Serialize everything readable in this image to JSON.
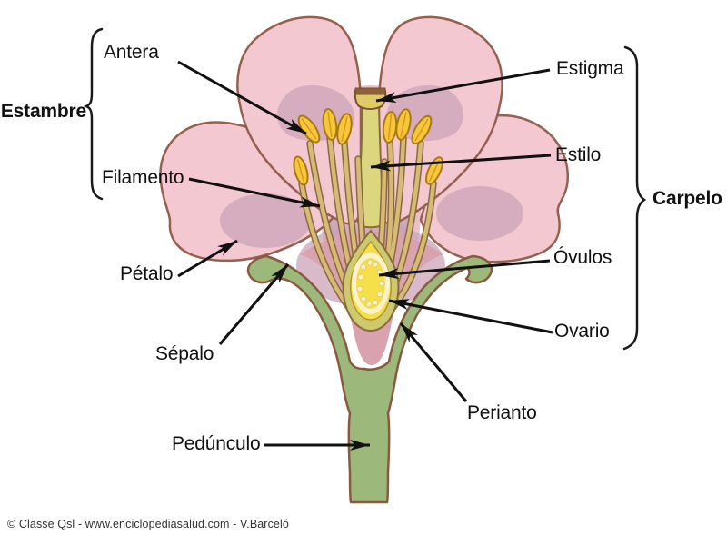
{
  "diagram": {
    "subject": "flower-anatomy-cross-section",
    "language": "es",
    "labels": {
      "antera": "Antera",
      "filamento": "Filamento",
      "petalo": "Pétalo",
      "sepalo": "Sépalo",
      "pedunculo": "Pedúnculo",
      "estigma": "Estigma",
      "estilo": "Estilo",
      "ovulos": "Óvulos",
      "ovario": "Ovario",
      "perianto": "Perianto"
    },
    "groups": {
      "estambre": {
        "label": "Estambre",
        "members": [
          "Antera",
          "Filamento"
        ]
      },
      "carpelo": {
        "label": "Carpelo",
        "members": [
          "Estigma",
          "Estilo",
          "Óvulos",
          "Ovario"
        ]
      }
    },
    "colors": {
      "petal": "#f3c8d0",
      "petal_shadow": "#cba4b9",
      "petal_outline": "#96604f",
      "back_petal": "#eac1cb",
      "sepal_green": "#9cb87b",
      "green_outline": "#8a5a3e",
      "style_yellow": "#dcd77e",
      "ovary_wall": "#cdc96d",
      "ovary_inner": "#f6e049",
      "ovule_cream": "#f9f2cc",
      "anther": "#f6c63c",
      "filament": "#d7ba74",
      "receptacle_pink": "#d8a2ae",
      "arrow": "#111111",
      "label_text": "#111111"
    }
  },
  "footer": {
    "credit": "© Classe Qsl - www.enciclopediasalud.com - V.Barceló"
  }
}
